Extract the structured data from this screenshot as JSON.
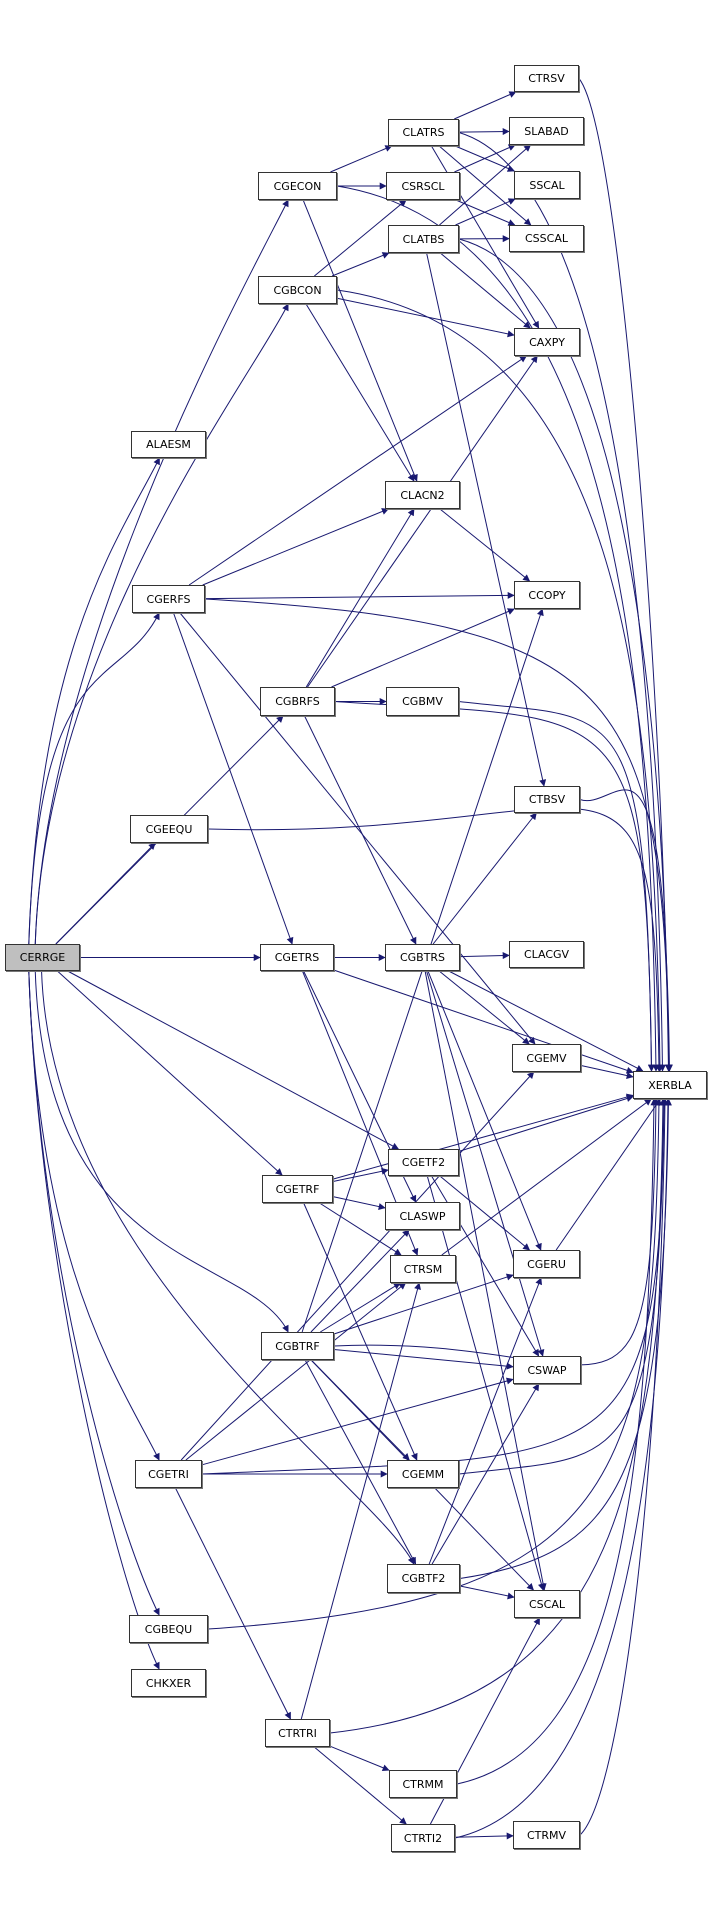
{
  "diagram": {
    "type": "call-graph",
    "edge_color": "#191970",
    "root_fill": "#bfbfbf",
    "nodes": [
      "CERRGE",
      "ALAESM",
      "CGECON",
      "CGBCON",
      "CGERFS",
      "CGBRFS",
      "CGEEQU",
      "CGETRS",
      "CGBTRS",
      "CGETF2",
      "CGETRF",
      "CGBTRF",
      "CGETRI",
      "CGBTF2",
      "CGBEQU",
      "CHKXER",
      "CLATRS",
      "CSRSCL",
      "CLATBS",
      "CLACN2",
      "CGBMV",
      "CLACGV",
      "CLASWP",
      "CTRSM",
      "CGEMM",
      "CTRTRI",
      "CTRMM",
      "CTRTI2",
      "CTRSV",
      "SLABAD",
      "SSCAL",
      "CSSCAL",
      "CAXPY",
      "CCOPY",
      "CTBSV",
      "CGEMV",
      "CGERU",
      "CSWAP",
      "CSCAL",
      "CTRMV",
      "XERBLA"
    ],
    "edges": [
      [
        "CERRGE",
        "ALAESM"
      ],
      [
        "CERRGE",
        "CGECON"
      ],
      [
        "CERRGE",
        "CGBCON"
      ],
      [
        "CERRGE",
        "CGERFS"
      ],
      [
        "CERRGE",
        "CGBRFS"
      ],
      [
        "CERRGE",
        "CGEEQU"
      ],
      [
        "CERRGE",
        "CGBTRS"
      ],
      [
        "CERRGE",
        "CGETRS"
      ],
      [
        "CERRGE",
        "CGETF2"
      ],
      [
        "CERRGE",
        "CGETRF"
      ],
      [
        "CERRGE",
        "CGBTRF"
      ],
      [
        "CERRGE",
        "CGETRI"
      ],
      [
        "CERRGE",
        "CGBTF2"
      ],
      [
        "CERRGE",
        "CGBEQU"
      ],
      [
        "CERRGE",
        "CHKXER"
      ],
      [
        "CGECON",
        "CLATRS"
      ],
      [
        "CGECON",
        "CSRSCL"
      ],
      [
        "CGECON",
        "CLACN2"
      ],
      [
        "CGECON",
        "XERBLA"
      ],
      [
        "CGBCON",
        "CLATBS"
      ],
      [
        "CGBCON",
        "CSRSCL"
      ],
      [
        "CGBCON",
        "CAXPY"
      ],
      [
        "CGBCON",
        "CLACN2"
      ],
      [
        "CGBCON",
        "XERBLA"
      ],
      [
        "CLATRS",
        "CTRSV"
      ],
      [
        "CLATRS",
        "SLABAD"
      ],
      [
        "CLATRS",
        "SSCAL"
      ],
      [
        "CLATRS",
        "CSSCAL"
      ],
      [
        "CLATRS",
        "CAXPY"
      ],
      [
        "CLATRS",
        "XERBLA"
      ],
      [
        "CSRSCL",
        "SLABAD"
      ],
      [
        "CSRSCL",
        "CSSCAL"
      ],
      [
        "CLATBS",
        "SLABAD"
      ],
      [
        "CLATBS",
        "SSCAL"
      ],
      [
        "CLATBS",
        "CSSCAL"
      ],
      [
        "CLATBS",
        "CAXPY"
      ],
      [
        "CLATBS",
        "CTBSV"
      ],
      [
        "CLATBS",
        "XERBLA"
      ],
      [
        "CTRSV",
        "XERBLA"
      ],
      [
        "CGERFS",
        "CAXPY"
      ],
      [
        "CGERFS",
        "CLACN2"
      ],
      [
        "CGERFS",
        "CCOPY"
      ],
      [
        "CGERFS",
        "XERBLA"
      ],
      [
        "CGERFS",
        "CGETRS"
      ],
      [
        "CGERFS",
        "CGEMV"
      ],
      [
        "CLACN2",
        "CCOPY"
      ],
      [
        "CGBRFS",
        "CGBMV"
      ],
      [
        "CGBRFS",
        "CLACN2"
      ],
      [
        "CGBRFS",
        "CAXPY"
      ],
      [
        "CGBRFS",
        "CCOPY"
      ],
      [
        "CGBRFS",
        "XERBLA"
      ],
      [
        "CGBRFS",
        "CGBTRS"
      ],
      [
        "CGBMV",
        "XERBLA"
      ],
      [
        "CGEEQU",
        "XERBLA"
      ],
      [
        "CTBSV",
        "XERBLA"
      ],
      [
        "CGETRS",
        "CLASWP"
      ],
      [
        "CGETRS",
        "CTRSM"
      ],
      [
        "CGETRS",
        "XERBLA"
      ],
      [
        "CGBTRS",
        "CLACGV"
      ],
      [
        "CGBTRS",
        "CTBSV"
      ],
      [
        "CGBTRS",
        "CGEMV"
      ],
      [
        "CGBTRS",
        "CGERU"
      ],
      [
        "CGBTRS",
        "CSWAP"
      ],
      [
        "CGBTRS",
        "CSCAL"
      ],
      [
        "CGBTRS",
        "XERBLA"
      ],
      [
        "CGEMV",
        "XERBLA"
      ],
      [
        "CGETRF",
        "CGETF2"
      ],
      [
        "CGETRF",
        "CLASWP"
      ],
      [
        "CGETRF",
        "CTRSM"
      ],
      [
        "CGETRF",
        "CGEMM"
      ],
      [
        "CGETRF",
        "XERBLA"
      ],
      [
        "CGETF2",
        "CGERU"
      ],
      [
        "CGETF2",
        "CSWAP"
      ],
      [
        "CGETF2",
        "CSCAL"
      ],
      [
        "CGETF2",
        "XERBLA"
      ],
      [
        "CTRSM",
        "XERBLA"
      ],
      [
        "CGERU",
        "XERBLA"
      ],
      [
        "CGBTRF",
        "CCOPY"
      ],
      [
        "CGBTRF",
        "CLASWP"
      ],
      [
        "CGBTRF",
        "CTRSM"
      ],
      [
        "CGBTRF",
        "CGERU"
      ],
      [
        "CGBTRF",
        "CSWAP"
      ],
      [
        "CGBTRF",
        "CGEMM"
      ],
      [
        "CGBTRF",
        "CGBTF2"
      ],
      [
        "CGBTRF",
        "CSCAL"
      ],
      [
        "CGBTRF",
        "XERBLA"
      ],
      [
        "CGETRI",
        "CGEMV"
      ],
      [
        "CGETRI",
        "CTRSM"
      ],
      [
        "CGETRI",
        "CGEMM"
      ],
      [
        "CGETRI",
        "CSWAP"
      ],
      [
        "CGETRI",
        "CTRTRI"
      ],
      [
        "CGETRI",
        "XERBLA"
      ],
      [
        "CGEMM",
        "XERBLA"
      ],
      [
        "CGBTF2",
        "CGERU"
      ],
      [
        "CGBTF2",
        "CSWAP"
      ],
      [
        "CGBTF2",
        "CSCAL"
      ],
      [
        "CGBTF2",
        "XERBLA"
      ],
      [
        "CGBEQU",
        "XERBLA"
      ],
      [
        "CTRTRI",
        "CTRSM"
      ],
      [
        "CTRTRI",
        "CTRMM"
      ],
      [
        "CTRTRI",
        "CTRTI2"
      ],
      [
        "CTRTRI",
        "XERBLA"
      ],
      [
        "CTRMM",
        "XERBLA"
      ],
      [
        "CTRTI2",
        "CSCAL"
      ],
      [
        "CTRTI2",
        "CTRMV"
      ],
      [
        "CTRTI2",
        "XERBLA"
      ],
      [
        "CTRMV",
        "XERBLA"
      ]
    ]
  }
}
